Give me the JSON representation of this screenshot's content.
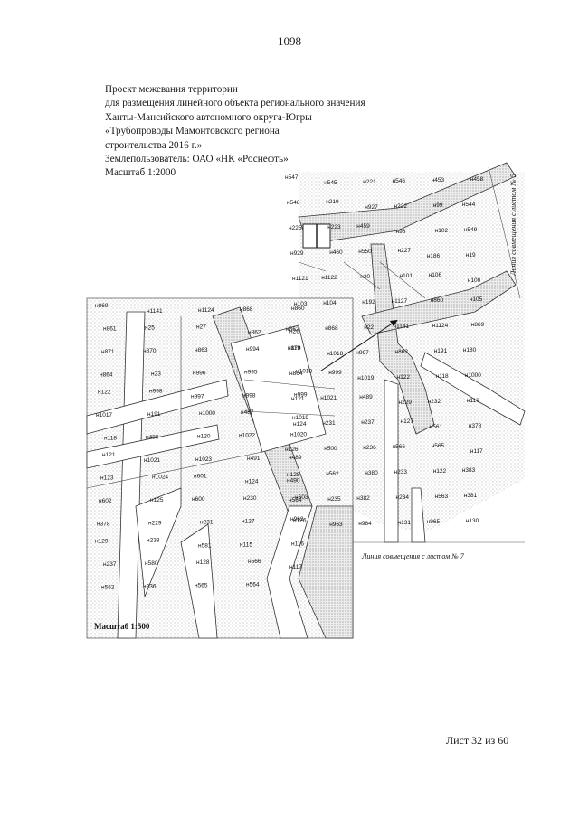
{
  "page_number": "1098",
  "header": {
    "lines": [
      "Проект межевания территории",
      "для размещения линейного объекта регионального значения",
      "Ханты-Мансийского автономного округа-Югры",
      "«Трубопроводы Мамонтовского региона",
      "строительства 2016 г.»",
      "Землепользователь: ОАО «НК «Роснефть»",
      "Масштаб 1:2000"
    ]
  },
  "map": {
    "inset_scale": "Масштаб 1:500",
    "match_line_5": "Линия совмещения с листом № 5",
    "match_line_7": "Линия совмещения с листом № 7",
    "labels_main": [
      "н547",
      "н545",
      "н221",
      "н546",
      "н453",
      "н458",
      "н548",
      "н219",
      "н927",
      "н222",
      "н99",
      "н544",
      "н225",
      "н223",
      "н459",
      "н98",
      "н102",
      "н549",
      "н929",
      "н460",
      "н550",
      "н227",
      "н186",
      "н19",
      "н1121",
      "н1122",
      "н20",
      "н101",
      "н106",
      "н100",
      "н103",
      "н104",
      "н192",
      "н1127",
      "н860",
      "н105",
      "н862",
      "н868",
      "н22",
      "н1141",
      "н1124",
      "н869",
      "н870",
      "н1018",
      "н997",
      "н863",
      "н191",
      "н180",
      "н864",
      "н999",
      "н1019",
      "н122",
      "н118",
      "н1000",
      "н121",
      "н1021",
      "н489",
      "н229",
      "н232",
      "н116",
      "н124",
      "н231",
      "н237",
      "н127",
      "н561",
      "н378",
      "н126",
      "н500",
      "н236",
      "н566",
      "н565",
      "н117",
      "н128",
      "н562",
      "н380",
      "н233",
      "н122",
      "н383",
      "н564",
      "н235",
      "н382",
      "н234",
      "н563",
      "н381",
      "н962",
      "н963",
      "н984",
      "н131",
      "н965",
      "н130"
    ],
    "labels_inset": [
      "н869",
      "н1141",
      "н1124",
      "н868",
      "н860",
      "н861",
      "н25",
      "н27",
      "н862",
      "н26",
      "н871",
      "н870",
      "н863",
      "н994",
      "н119",
      "н864",
      "н23",
      "н996",
      "н995",
      "н1018",
      "н122",
      "н998",
      "н997",
      "н998",
      "н999",
      "н1017",
      "н191",
      "н1000",
      "н487",
      "н1019",
      "н118",
      "н488",
      "н120",
      "н1022",
      "н1020",
      "н121",
      "н1021",
      "н1023",
      "н491",
      "н489",
      "н123",
      "н1024",
      "н601",
      "н124",
      "н490",
      "н602",
      "н125",
      "н600",
      "н230",
      "н603",
      "н378",
      "н229",
      "н231",
      "н127",
      "н126",
      "н129",
      "н238",
      "н581",
      "н115",
      "н116",
      "н237",
      "н580",
      "н128",
      "н566",
      "н117",
      "н562",
      "н236",
      "н565",
      "н564"
    ]
  },
  "footer": "Лист 32 из 60"
}
